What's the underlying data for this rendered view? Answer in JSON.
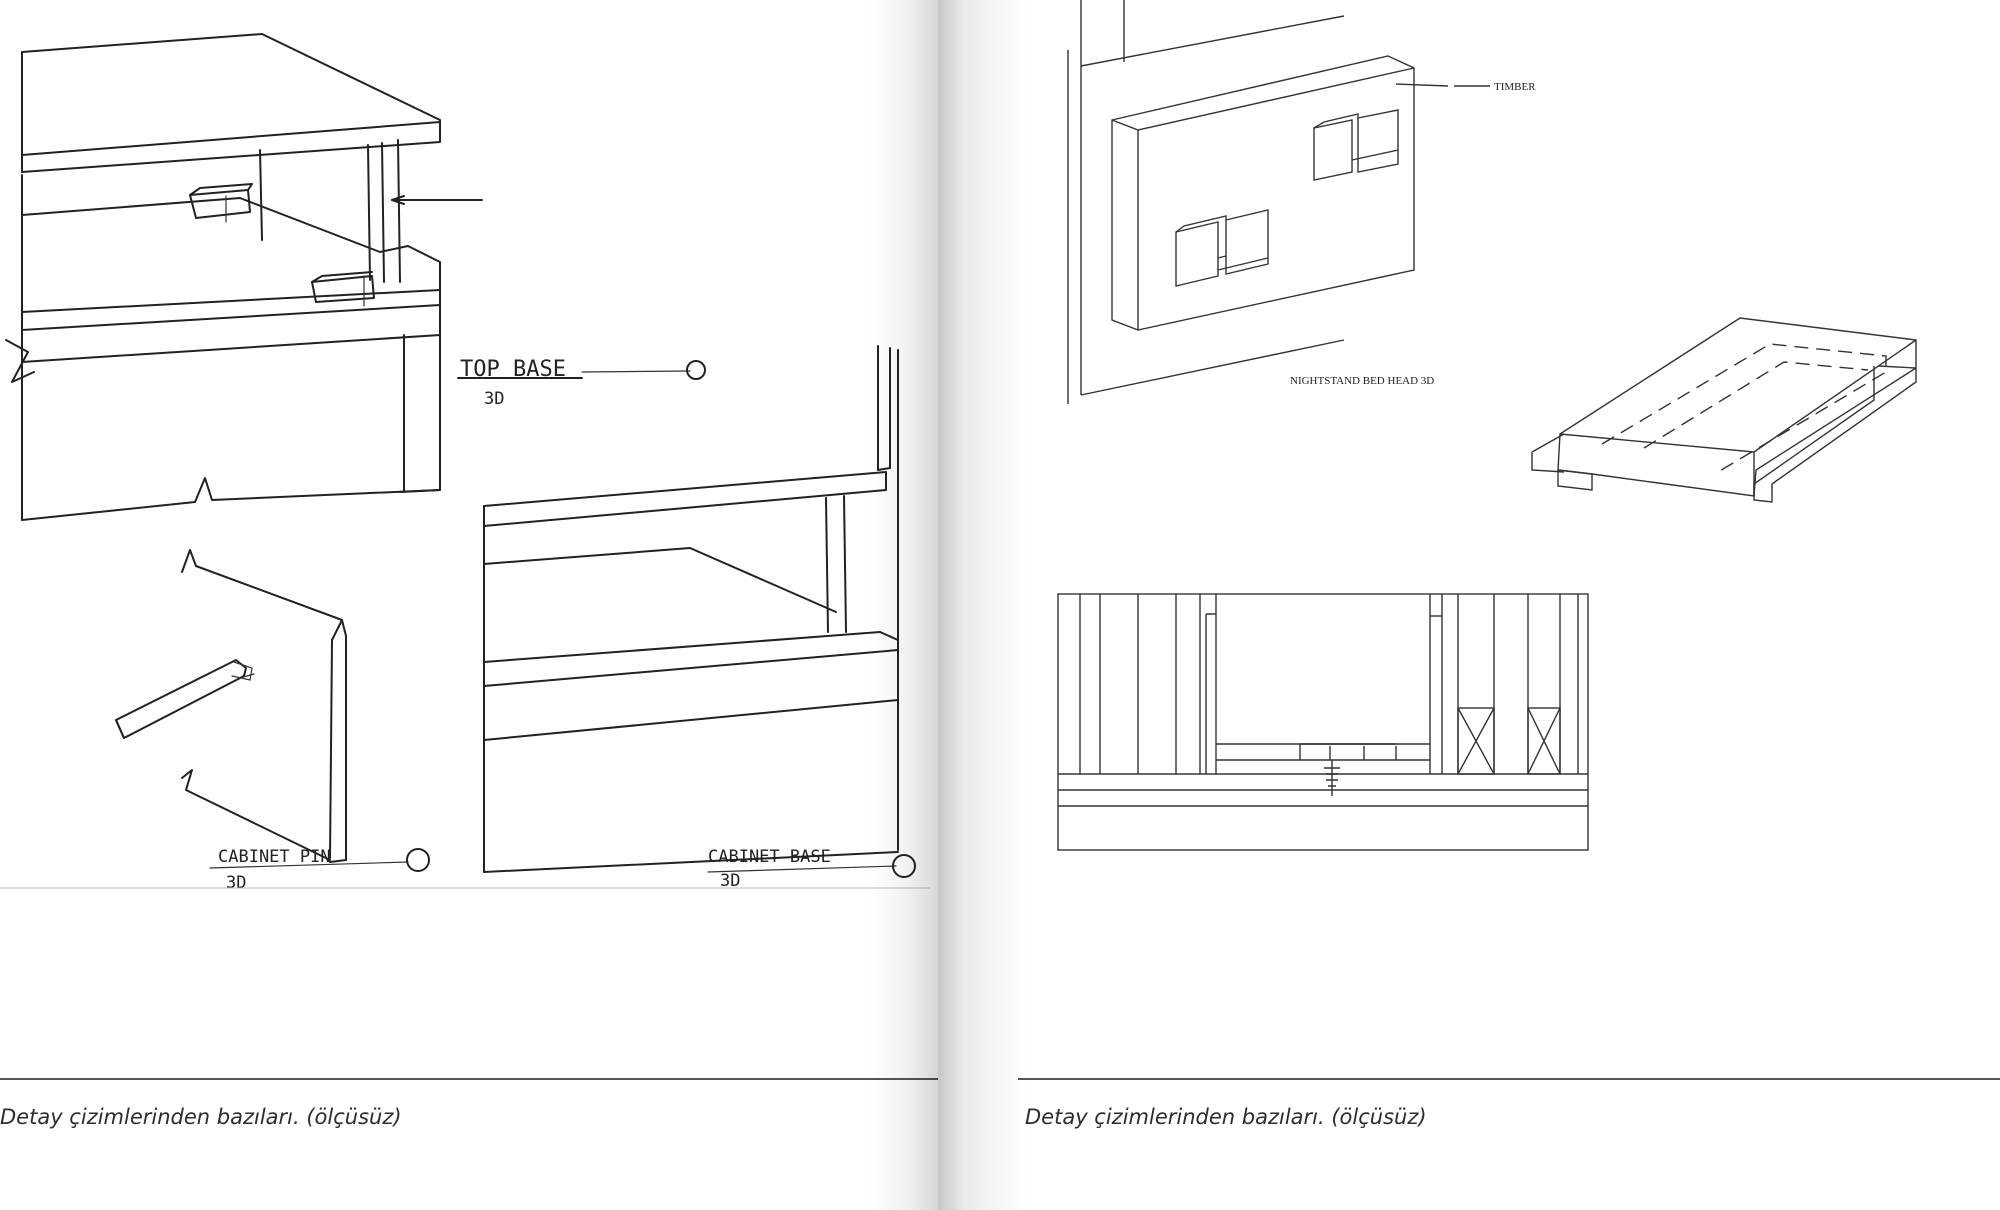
{
  "left_page": {
    "labels": {
      "top_base": "TOP BASE",
      "top_base_sub": "3D",
      "cabinet_pin": "CABINET   PIN",
      "cabinet_pin_sub": "3D",
      "cabinet_base": "CABINET   BASE",
      "cabinet_base_sub": "3D"
    },
    "caption": "Detay çizimlerinden bazıları. (ölçüsüz)"
  },
  "right_page": {
    "labels": {
      "timber": "TIMBER",
      "nightstand": "NIGHTSTAND  BED HEAD 3D"
    },
    "caption": "Detay çizimlerinden bazıları. (ölçüsüz)"
  }
}
